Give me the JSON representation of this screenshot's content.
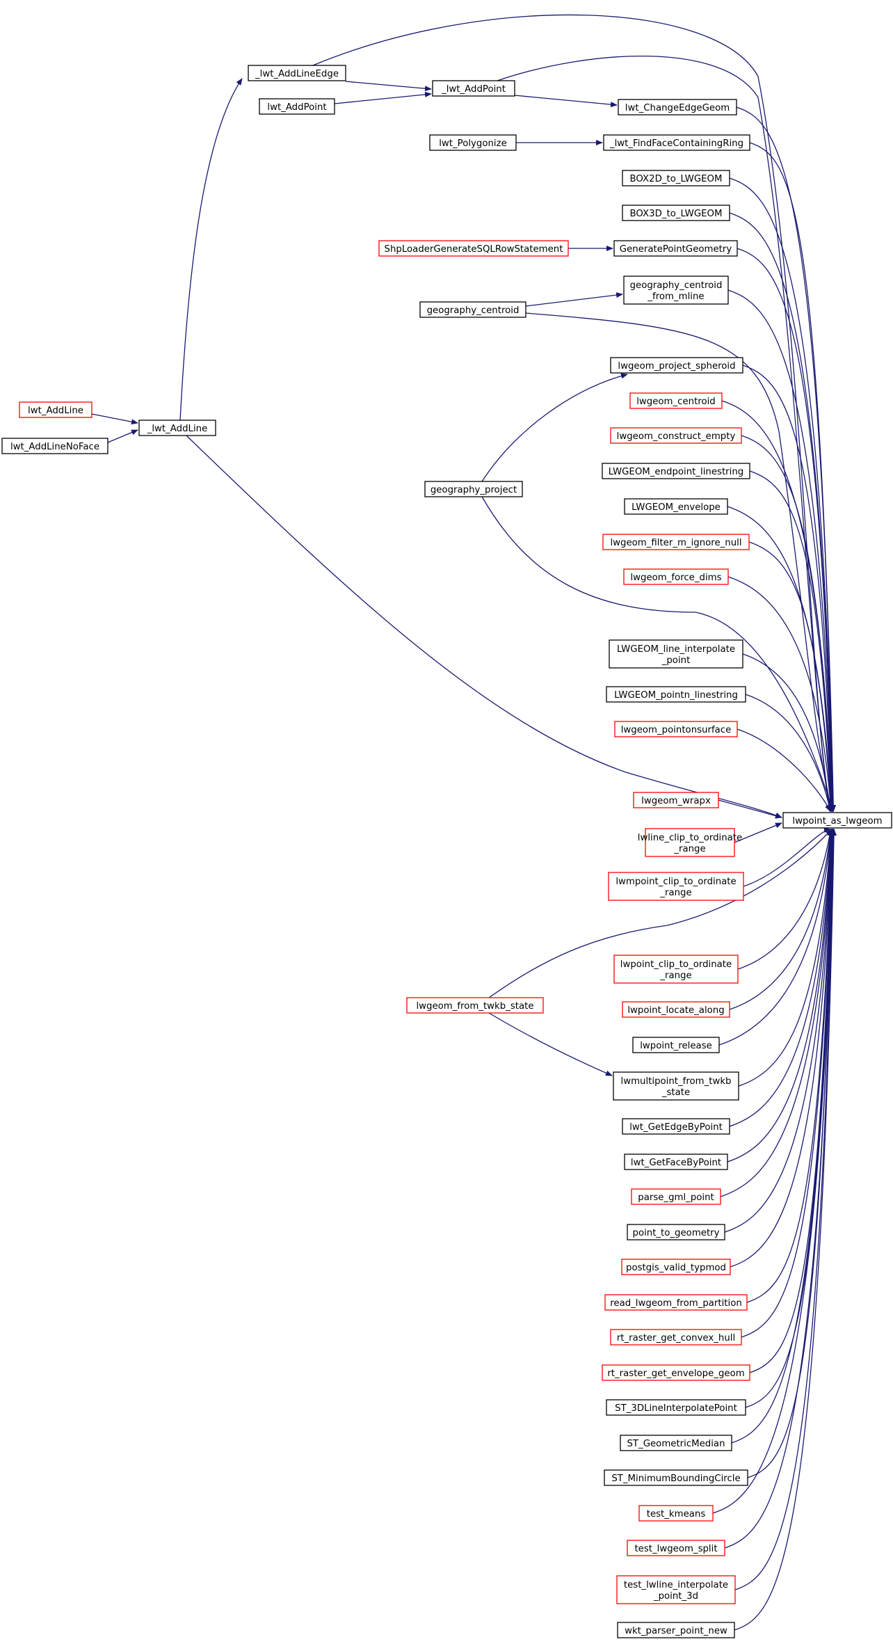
{
  "colors": {
    "edge": "#191970",
    "normal_border": "#000000",
    "truncated_border": "#ff0000",
    "root_fill": "#bfbfbf"
  },
  "root": "lwpoint_as_lwgeom",
  "nodes": [
    {
      "id": "n_lwpoint_as_lwgeom",
      "lines": [
        "lwpoint_as_lwgeom"
      ],
      "style": "root"
    },
    {
      "id": "n_lwt_AddLineEdge",
      "lines": [
        "_lwt_AddLineEdge"
      ],
      "style": "normal"
    },
    {
      "id": "n_lwt_AddPoint_u",
      "lines": [
        "_lwt_AddPoint"
      ],
      "style": "normal"
    },
    {
      "id": "n_lwt_AddPoint",
      "lines": [
        "lwt_AddPoint"
      ],
      "style": "normal"
    },
    {
      "id": "n_lwt_ChangeEdgeGeom",
      "lines": [
        "lwt_ChangeEdgeGeom"
      ],
      "style": "normal"
    },
    {
      "id": "n_lwt_Polygonize",
      "lines": [
        "lwt_Polygonize"
      ],
      "style": "normal"
    },
    {
      "id": "n_lwt_FindFaceContainingRing",
      "lines": [
        "_lwt_FindFaceContainingRing"
      ],
      "style": "normal"
    },
    {
      "id": "n_BOX2D_to_LWGEOM",
      "lines": [
        "BOX2D_to_LWGEOM"
      ],
      "style": "normal"
    },
    {
      "id": "n_BOX3D_to_LWGEOM",
      "lines": [
        "BOX3D_to_LWGEOM"
      ],
      "style": "normal"
    },
    {
      "id": "n_ShpLoaderGenerateSQLRowStatement",
      "lines": [
        "ShpLoaderGenerateSQLRowStatement"
      ],
      "style": "truncated"
    },
    {
      "id": "n_GeneratePointGeometry",
      "lines": [
        "GeneratePointGeometry"
      ],
      "style": "normal"
    },
    {
      "id": "n_geography_centroid_from_mline",
      "lines": [
        "geography_centroid",
        "_from_mline"
      ],
      "style": "normal"
    },
    {
      "id": "n_geography_centroid",
      "lines": [
        "geography_centroid"
      ],
      "style": "normal"
    },
    {
      "id": "n_lwgeom_project_spheroid",
      "lines": [
        "lwgeom_project_spheroid"
      ],
      "style": "normal"
    },
    {
      "id": "n_lwt_AddLine_red",
      "lines": [
        "lwt_AddLine"
      ],
      "style": "truncated"
    },
    {
      "id": "n_lwt_AddLine_u",
      "lines": [
        "_lwt_AddLine"
      ],
      "style": "normal"
    },
    {
      "id": "n_lwt_AddLineNoFace",
      "lines": [
        "lwt_AddLineNoFace"
      ],
      "style": "normal"
    },
    {
      "id": "n_lwgeom_centroid",
      "lines": [
        "lwgeom_centroid"
      ],
      "style": "truncated"
    },
    {
      "id": "n_lwgeom_construct_empty",
      "lines": [
        "lwgeom_construct_empty"
      ],
      "style": "truncated"
    },
    {
      "id": "n_LWGEOM_endpoint_linestring",
      "lines": [
        "LWGEOM_endpoint_linestring"
      ],
      "style": "normal"
    },
    {
      "id": "n_geography_project",
      "lines": [
        "geography_project"
      ],
      "style": "normal"
    },
    {
      "id": "n_LWGEOM_envelope",
      "lines": [
        "LWGEOM_envelope"
      ],
      "style": "normal"
    },
    {
      "id": "n_lwgeom_filter_m_ignore_null",
      "lines": [
        "lwgeom_filter_m_ignore_null"
      ],
      "style": "truncated"
    },
    {
      "id": "n_lwgeom_force_dims",
      "lines": [
        "lwgeom_force_dims"
      ],
      "style": "truncated"
    },
    {
      "id": "n_LWGEOM_line_interpolate_point",
      "lines": [
        "LWGEOM_line_interpolate",
        "_point"
      ],
      "style": "normal"
    },
    {
      "id": "n_LWGEOM_pointn_linestring",
      "lines": [
        "LWGEOM_pointn_linestring"
      ],
      "style": "normal"
    },
    {
      "id": "n_lwgeom_pointonsurface",
      "lines": [
        "lwgeom_pointonsurface"
      ],
      "style": "truncated"
    },
    {
      "id": "n_lwgeom_wrapx",
      "lines": [
        "lwgeom_wrapx"
      ],
      "style": "truncated"
    },
    {
      "id": "n_lwline_clip_to_ordinate_range",
      "lines": [
        "lwline_clip_to_ordinate",
        "_range"
      ],
      "style": "truncated"
    },
    {
      "id": "n_lwmpoint_clip_to_ordinate_range",
      "lines": [
        "lwmpoint_clip_to_ordinate",
        "_range"
      ],
      "style": "truncated"
    },
    {
      "id": "n_lwpoint_clip_to_ordinate_range",
      "lines": [
        "lwpoint_clip_to_ordinate",
        "_range"
      ],
      "style": "truncated"
    },
    {
      "id": "n_lwgeom_from_twkb_state",
      "lines": [
        "lwgeom_from_twkb_state"
      ],
      "style": "truncated"
    },
    {
      "id": "n_lwpoint_locate_along",
      "lines": [
        "lwpoint_locate_along"
      ],
      "style": "truncated"
    },
    {
      "id": "n_lwpoint_release",
      "lines": [
        "lwpoint_release"
      ],
      "style": "normal"
    },
    {
      "id": "n_lwmultipoint_from_twkb_state",
      "lines": [
        "lwmultipoint_from_twkb",
        "_state"
      ],
      "style": "normal"
    },
    {
      "id": "n_lwt_GetEdgeByPoint",
      "lines": [
        "lwt_GetEdgeByPoint"
      ],
      "style": "normal"
    },
    {
      "id": "n_lwt_GetFaceByPoint",
      "lines": [
        "lwt_GetFaceByPoint"
      ],
      "style": "normal"
    },
    {
      "id": "n_parse_gml_point",
      "lines": [
        "parse_gml_point"
      ],
      "style": "truncated"
    },
    {
      "id": "n_point_to_geometry",
      "lines": [
        "point_to_geometry"
      ],
      "style": "normal"
    },
    {
      "id": "n_postgis_valid_typmod",
      "lines": [
        "postgis_valid_typmod"
      ],
      "style": "truncated"
    },
    {
      "id": "n_read_lwgeom_from_partition",
      "lines": [
        "read_lwgeom_from_partition"
      ],
      "style": "truncated"
    },
    {
      "id": "n_rt_raster_get_convex_hull",
      "lines": [
        "rt_raster_get_convex_hull"
      ],
      "style": "truncated"
    },
    {
      "id": "n_rt_raster_get_envelope_geom",
      "lines": [
        "rt_raster_get_envelope_geom"
      ],
      "style": "truncated"
    },
    {
      "id": "n_ST_3DLineInterpolatePoint",
      "lines": [
        "ST_3DLineInterpolatePoint"
      ],
      "style": "normal"
    },
    {
      "id": "n_ST_GeometricMedian",
      "lines": [
        "ST_GeometricMedian"
      ],
      "style": "normal"
    },
    {
      "id": "n_ST_MinimumBoundingCircle",
      "lines": [
        "ST_MinimumBoundingCircle"
      ],
      "style": "normal"
    },
    {
      "id": "n_test_kmeans",
      "lines": [
        "test_kmeans"
      ],
      "style": "truncated"
    },
    {
      "id": "n_test_lwgeom_split",
      "lines": [
        "test_lwgeom_split"
      ],
      "style": "truncated"
    },
    {
      "id": "n_test_lwline_interpolate_point_3d",
      "lines": [
        "test_lwline_interpolate",
        "_point_3d"
      ],
      "style": "truncated"
    },
    {
      "id": "n_wkt_parser_point_new",
      "lines": [
        "wkt_parser_point_new"
      ],
      "style": "normal"
    }
  ],
  "edges": [
    {
      "from": "n_lwt_AddLineEdge",
      "to": "n_lwpoint_as_lwgeom"
    },
    {
      "from": "n_lwt_AddLineEdge",
      "to": "n_lwt_AddPoint_u"
    },
    {
      "from": "n_lwt_AddPoint",
      "to": "n_lwt_AddPoint_u"
    },
    {
      "from": "n_lwt_AddPoint_u",
      "to": "n_lwpoint_as_lwgeom"
    },
    {
      "from": "n_lwt_AddPoint_u",
      "to": "n_lwt_ChangeEdgeGeom"
    },
    {
      "from": "n_lwt_ChangeEdgeGeom",
      "to": "n_lwpoint_as_lwgeom"
    },
    {
      "from": "n_lwt_Polygonize",
      "to": "n_lwt_FindFaceContainingRing"
    },
    {
      "from": "n_lwt_FindFaceContainingRing",
      "to": "n_lwpoint_as_lwgeom"
    },
    {
      "from": "n_BOX2D_to_LWGEOM",
      "to": "n_lwpoint_as_lwgeom"
    },
    {
      "from": "n_BOX3D_to_LWGEOM",
      "to": "n_lwpoint_as_lwgeom"
    },
    {
      "from": "n_ShpLoaderGenerateSQLRowStatement",
      "to": "n_GeneratePointGeometry"
    },
    {
      "from": "n_GeneratePointGeometry",
      "to": "n_lwpoint_as_lwgeom"
    },
    {
      "from": "n_geography_centroid",
      "to": "n_geography_centroid_from_mline"
    },
    {
      "from": "n_geography_centroid",
      "to": "n_lwpoint_as_lwgeom"
    },
    {
      "from": "n_geography_centroid_from_mline",
      "to": "n_lwpoint_as_lwgeom"
    },
    {
      "from": "n_geography_project",
      "to": "n_lwgeom_project_spheroid"
    },
    {
      "from": "n_geography_project",
      "to": "n_lwpoint_as_lwgeom"
    },
    {
      "from": "n_lwgeom_project_spheroid",
      "to": "n_lwpoint_as_lwgeom"
    },
    {
      "from": "n_lwt_AddLine_red",
      "to": "n_lwt_AddLine_u"
    },
    {
      "from": "n_lwt_AddLineNoFace",
      "to": "n_lwt_AddLine_u"
    },
    {
      "from": "n_lwt_AddLine_u",
      "to": "n_lwt_AddLineEdge"
    },
    {
      "from": "n_lwt_AddLine_u",
      "to": "n_lwpoint_as_lwgeom"
    },
    {
      "from": "n_lwgeom_centroid",
      "to": "n_lwpoint_as_lwgeom"
    },
    {
      "from": "n_lwgeom_construct_empty",
      "to": "n_lwpoint_as_lwgeom"
    },
    {
      "from": "n_LWGEOM_endpoint_linestring",
      "to": "n_lwpoint_as_lwgeom"
    },
    {
      "from": "n_LWGEOM_envelope",
      "to": "n_lwpoint_as_lwgeom"
    },
    {
      "from": "n_lwgeom_filter_m_ignore_null",
      "to": "n_lwpoint_as_lwgeom"
    },
    {
      "from": "n_lwgeom_force_dims",
      "to": "n_lwpoint_as_lwgeom"
    },
    {
      "from": "n_LWGEOM_line_interpolate_point",
      "to": "n_lwpoint_as_lwgeom"
    },
    {
      "from": "n_LWGEOM_pointn_linestring",
      "to": "n_lwpoint_as_lwgeom"
    },
    {
      "from": "n_lwgeom_pointonsurface",
      "to": "n_lwpoint_as_lwgeom"
    },
    {
      "from": "n_lwgeom_wrapx",
      "to": "n_lwpoint_as_lwgeom"
    },
    {
      "from": "n_lwline_clip_to_ordinate_range",
      "to": "n_lwpoint_as_lwgeom"
    },
    {
      "from": "n_lwmpoint_clip_to_ordinate_range",
      "to": "n_lwpoint_as_lwgeom"
    },
    {
      "from": "n_lwgeom_from_twkb_state",
      "to": "n_lwpoint_as_lwgeom"
    },
    {
      "from": "n_lwgeom_from_twkb_state",
      "to": "n_lwmultipoint_from_twkb_state"
    },
    {
      "from": "n_lwpoint_clip_to_ordinate_range",
      "to": "n_lwpoint_as_lwgeom"
    },
    {
      "from": "n_lwpoint_locate_along",
      "to": "n_lwpoint_as_lwgeom"
    },
    {
      "from": "n_lwpoint_release",
      "to": "n_lwpoint_as_lwgeom"
    },
    {
      "from": "n_lwmultipoint_from_twkb_state",
      "to": "n_lwpoint_as_lwgeom"
    },
    {
      "from": "n_lwt_GetEdgeByPoint",
      "to": "n_lwpoint_as_lwgeom"
    },
    {
      "from": "n_lwt_GetFaceByPoint",
      "to": "n_lwpoint_as_lwgeom"
    },
    {
      "from": "n_parse_gml_point",
      "to": "n_lwpoint_as_lwgeom"
    },
    {
      "from": "n_point_to_geometry",
      "to": "n_lwpoint_as_lwgeom"
    },
    {
      "from": "n_postgis_valid_typmod",
      "to": "n_lwpoint_as_lwgeom"
    },
    {
      "from": "n_read_lwgeom_from_partition",
      "to": "n_lwpoint_as_lwgeom"
    },
    {
      "from": "n_rt_raster_get_convex_hull",
      "to": "n_lwpoint_as_lwgeom"
    },
    {
      "from": "n_rt_raster_get_envelope_geom",
      "to": "n_lwpoint_as_lwgeom"
    },
    {
      "from": "n_ST_3DLineInterpolatePoint",
      "to": "n_lwpoint_as_lwgeom"
    },
    {
      "from": "n_ST_GeometricMedian",
      "to": "n_lwpoint_as_lwgeom"
    },
    {
      "from": "n_ST_MinimumBoundingCircle",
      "to": "n_lwpoint_as_lwgeom"
    },
    {
      "from": "n_test_kmeans",
      "to": "n_lwpoint_as_lwgeom"
    },
    {
      "from": "n_test_lwgeom_split",
      "to": "n_lwpoint_as_lwgeom"
    },
    {
      "from": "n_test_lwline_interpolate_point_3d",
      "to": "n_lwpoint_as_lwgeom"
    },
    {
      "from": "n_wkt_parser_point_new",
      "to": "n_lwpoint_as_lwgeom"
    }
  ]
}
